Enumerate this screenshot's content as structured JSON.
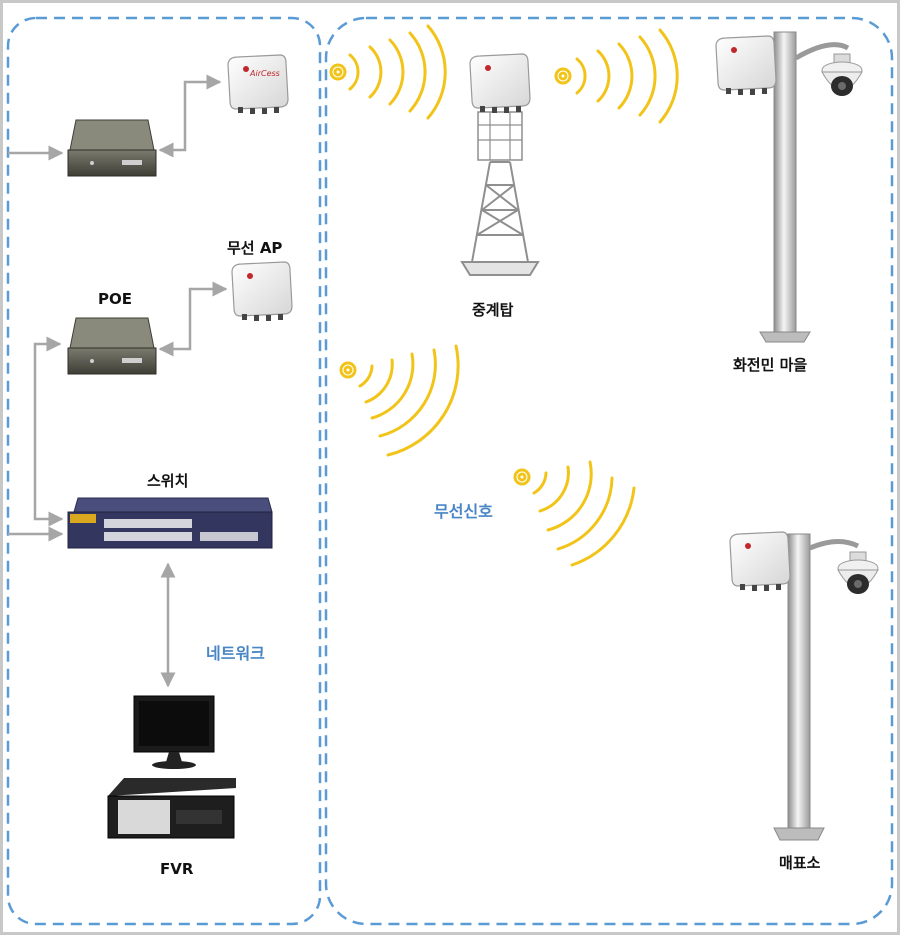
{
  "labels": {
    "wireless_ap": "무선 AP",
    "poe": "POE",
    "switch": "스위치",
    "network": "네트워크",
    "fvr": "FVR",
    "relay_tower": "중계탑",
    "village": "화전민 마을",
    "wireless_signal": "무선신호",
    "ticket_office": "매표소"
  },
  "device_texts": {
    "ap_brand": "AirCess"
  },
  "colors": {
    "zone_border": "#5b9bd5",
    "signal": "#f2c419",
    "arrow": "#a6a6a6",
    "label_blue": "#4a86c5"
  }
}
